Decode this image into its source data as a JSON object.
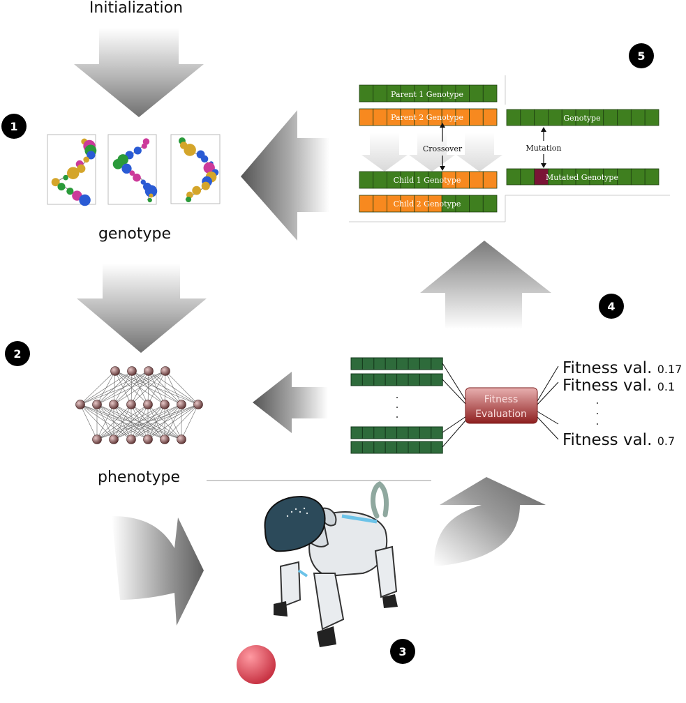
{
  "labels": {
    "initialization": "Initialization",
    "genotype": "genotype",
    "phenotype": "phenotype"
  },
  "steps": [
    "1",
    "2",
    "3",
    "4",
    "5"
  ],
  "genetic_ops": {
    "parent1": "Parent 1 Genotype",
    "parent2": "Parent 2 Genotype",
    "child1": "Child 1 Genotype",
    "child2": "Child 2 Genotype",
    "crossover": "Crossover",
    "genotype": "Genotype",
    "mutation": "Mutation",
    "mutated": "Mutated Genotype"
  },
  "fitness": {
    "box_line1": "Fitness",
    "box_line2": "Evaluation",
    "label": "Fitness val.",
    "values": [
      "0.17",
      "0.1",
      "0.7"
    ]
  },
  "colors": {
    "green": "#3f7f1f",
    "dark_green": "#2e6b3b",
    "orange": "#f7891f",
    "mutation": "#7a1436",
    "fitness_box": "#a52a2a",
    "ball": "#e0505c"
  }
}
